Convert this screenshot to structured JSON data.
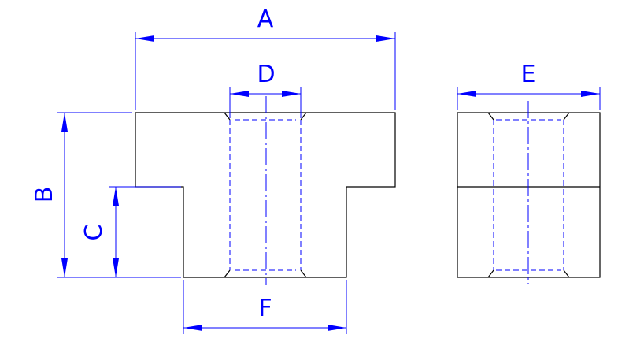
{
  "diagram": {
    "colors": {
      "object_lines": "#000000",
      "dimension_lines": "#0000ff",
      "hidden_lines": "#0000ff",
      "background": "#ffffff"
    },
    "dimensions": {
      "A": "A",
      "B": "B",
      "C": "C",
      "D": "D",
      "E": "E",
      "F": "F"
    }
  }
}
